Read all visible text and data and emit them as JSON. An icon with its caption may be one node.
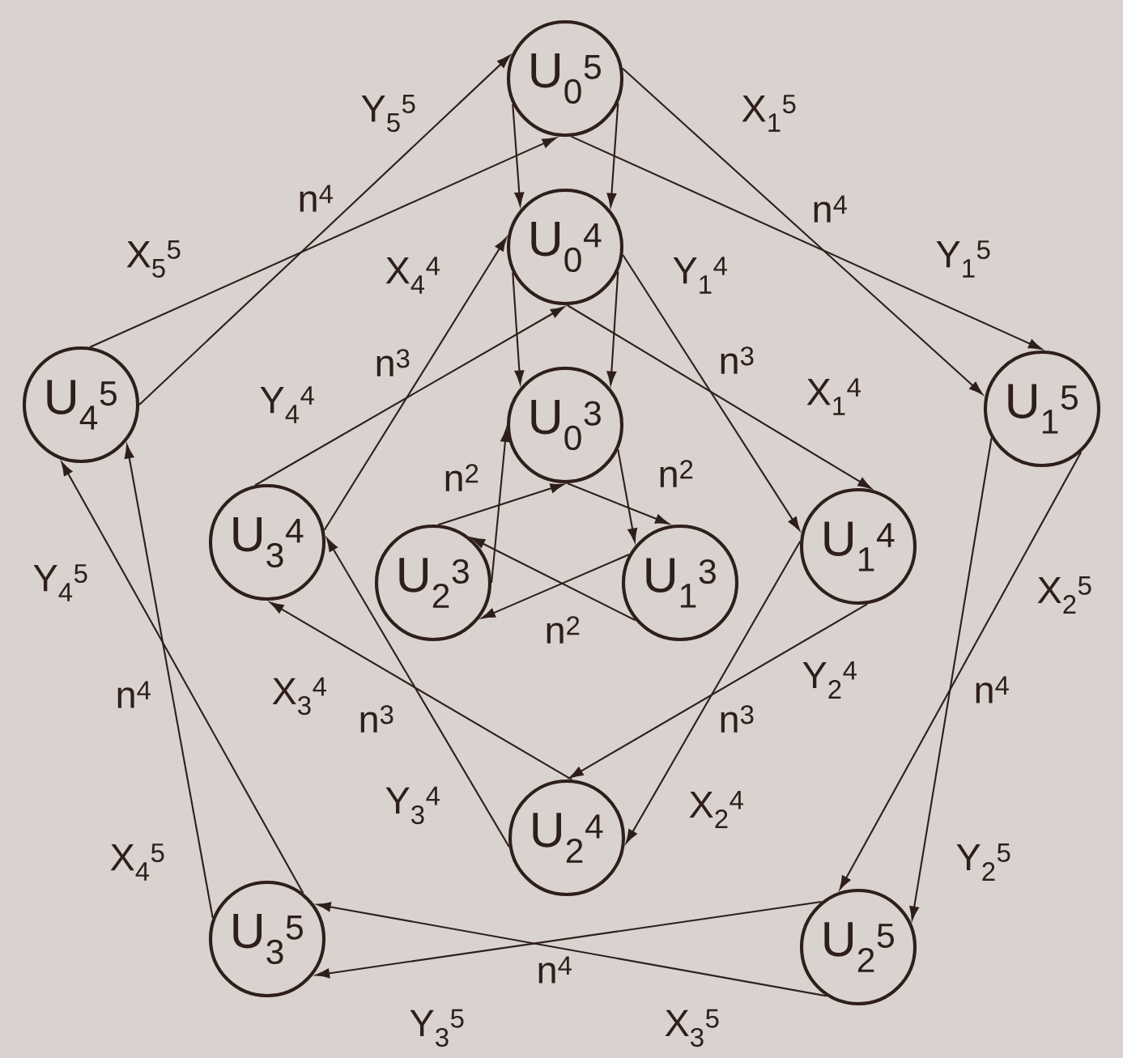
{
  "diagram": {
    "nodes": [
      {
        "text": [
          "U$_{0}$$^{5}$"
        ]
      },
      {
        "text": [
          "U$_{0}$$^{4}$"
        ]
      },
      {
        "text": [
          "U$_{0}$$^{3}$"
        ]
      },
      {
        "text": [
          "U$_{4}$$^{5}$"
        ]
      },
      {
        "text": [
          "U$_{1}$$^{5}$"
        ]
      },
      {
        "text": [
          "U$_{3}$$^{4}$"
        ]
      },
      {
        "text": [
          "U$_{1}$$^{4}$"
        ]
      },
      {
        "text": [
          "U$_{2}$$^{3}$"
        ]
      },
      {
        "text": [
          "U$_{1}$$^{3}$"
        ]
      },
      {
        "text": [
          "U$_{2}$$^{4}$"
        ]
      },
      {
        "text": [
          "U$_{3}$$^{5}$"
        ]
      },
      {
        "text": [
          "U$_{2}$$^{5}$"
        ]
      }
    ],
    "edges": [
      {
        "from": 3,
        "to": 0,
        "arrow": "to",
        "label": "Y$_{5}$$^{5}$"
      },
      {
        "from": 3,
        "to": 0,
        "arrow": "to",
        "label": "X$_{5}$$^{5}$"
      },
      {
        "from": 0,
        "to": 4,
        "arrow": "to",
        "label": "X$_{1}$$^{5}$"
      },
      {
        "from": 0,
        "to": 4,
        "arrow": "to",
        "label": "Y$_{1}$$^{5}$"
      },
      {
        "from": 4,
        "to": 11,
        "arrow": "to",
        "label": "Y$_{2}$$^{5}$"
      },
      {
        "from": 4,
        "to": 11,
        "arrow": "to",
        "label": "X$_{2}$$^{5}$"
      },
      {
        "from": 11,
        "to": 10,
        "arrow": "to",
        "label": "Y$_{3}$$^{5}$"
      },
      {
        "from": 11,
        "to": 10,
        "arrow": "to",
        "label": "X$_{3}$$^{5}$"
      },
      {
        "from": 10,
        "to": 3,
        "arrow": "to",
        "label": "X$_{4}$$^{5}$"
      },
      {
        "from": 10,
        "to": 3,
        "arrow": "to",
        "label": "Y$_{4}$$^{5}$"
      },
      {
        "from": 0,
        "to": 1,
        "arrow": "to"
      },
      {
        "from": 0,
        "to": 1,
        "arrow": "to"
      },
      {
        "from": 1,
        "to": 2,
        "arrow": "to"
      },
      {
        "from": 1,
        "to": 2,
        "arrow": "to"
      },
      {
        "from": 2,
        "to": 8,
        "arrow": "to"
      },
      {
        "from": 7,
        "to": 2,
        "arrow": "to"
      },
      {
        "from": 2,
        "to": 8,
        "arrow": "to"
      },
      {
        "from": 7,
        "to": 2,
        "arrow": "to"
      },
      {
        "from": 8,
        "to": 7,
        "arrow": "to"
      },
      {
        "from": 8,
        "to": 7,
        "arrow": "to"
      },
      {
        "from": 1,
        "to": 6,
        "arrow": "to",
        "label": "Y$_{1}$$^{4}$"
      },
      {
        "from": 1,
        "to": 6,
        "arrow": "to",
        "label": "X$_{1}$$^{4}$"
      },
      {
        "from": 6,
        "to": 9,
        "arrow": "to",
        "label": "Y$_{2}$$^{4}$"
      },
      {
        "from": 6,
        "to": 9,
        "arrow": "to",
        "label": "X$_{2}$$^{4}$"
      },
      {
        "from": 9,
        "to": 5,
        "arrow": "to",
        "label": "X$_{3}$$^{4}$"
      },
      {
        "from": 9,
        "to": 5,
        "arrow": "to",
        "label": "Y$_{3}$$^{4}$"
      },
      {
        "from": 5,
        "to": 1,
        "arrow": "to",
        "label": "X$_{4}$$^{4}$"
      },
      {
        "from": 5,
        "to": 1,
        "arrow": "to",
        "label": "Y$_{4}$$^{4}$"
      }
    ],
    "labels": [
      "n$^{4}$",
      "n$^{4}$",
      "n$^{3}$",
      "n$^{3}$",
      "n$^{2}$",
      "n$^{2}$",
      "n$^{2}$",
      "n$^{4}$",
      "n$^{4}$",
      "n$^{3}$",
      "n$^{3}$",
      "n$^{4}$"
    ]
  }
}
